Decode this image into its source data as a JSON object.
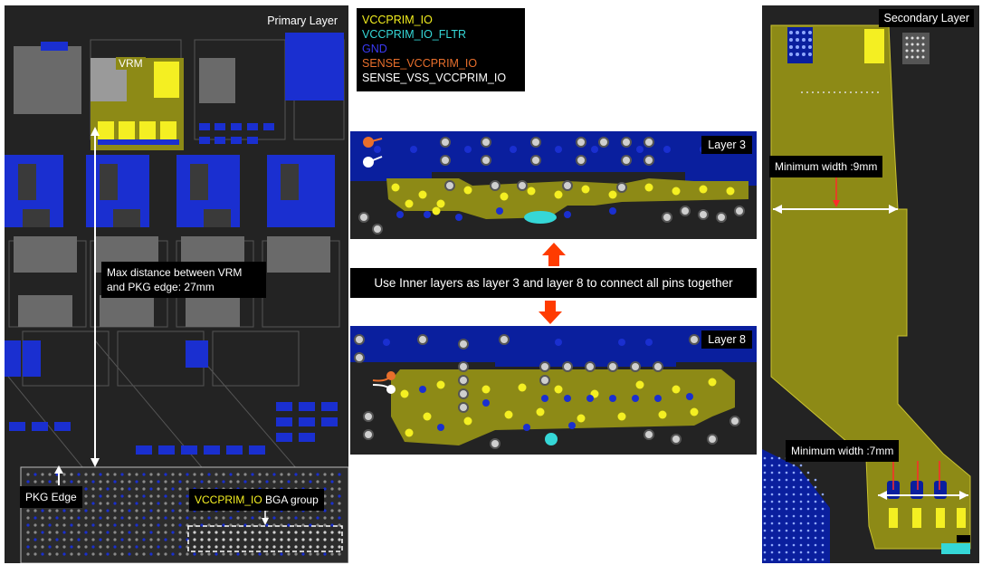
{
  "primary": {
    "title": "Primary Layer",
    "vrm_label": "VRM",
    "max_distance": "Max distance between VRM and PKG edge: 27mm",
    "pkg_edge": "PKG Edge",
    "bga_group_net": "VCCPRIM_IO",
    "bga_group_suffix": "BGA group"
  },
  "legend": {
    "items": [
      {
        "name": "VCCPRIM_IO",
        "color": "#f2ee1e"
      },
      {
        "name": "VCCPRIM_IO_FLTR",
        "color": "#35d7d7"
      },
      {
        "name": "GND",
        "color": "#3a3af5"
      },
      {
        "name": "SENSE_VCCPRIM_IO",
        "color": "#e86f2c"
      },
      {
        "name": "SENSE_VSS_VCCPRIM_IO",
        "color": "#ffffff"
      }
    ]
  },
  "layer3": {
    "title": "Layer 3"
  },
  "layer8": {
    "title": "Layer 8"
  },
  "caption": "Use Inner layers as layer 3 and layer 8 to connect all pins together",
  "secondary": {
    "title": "Secondary Layer",
    "width_top": "Minimum width :9mm",
    "width_bottom": "Minimum width :7mm"
  },
  "colors": {
    "board": "#232323",
    "copper_yellow": "#8d8a16",
    "pin_yellow": "#f4ef22",
    "gnd_blue": "#0a1f9e",
    "arrow_red": "#ff3b00"
  }
}
